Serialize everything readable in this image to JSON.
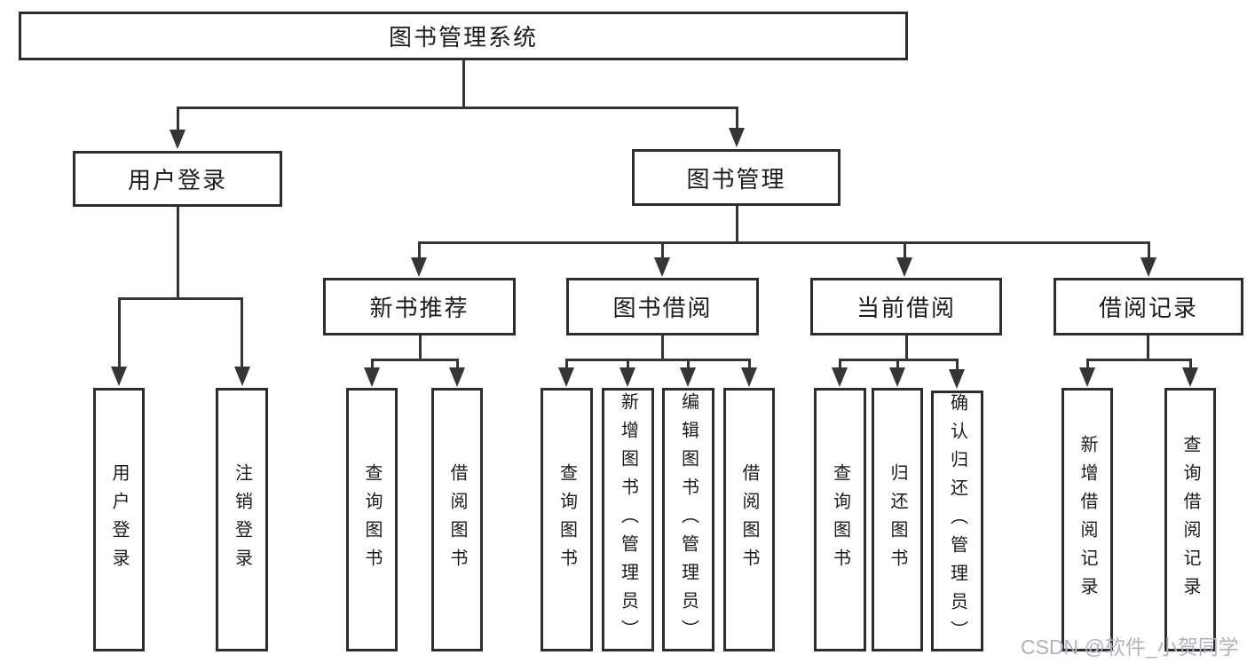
{
  "diagram_title": "图书管理系统",
  "nodes": {
    "root": {
      "label": "图书管理系统"
    },
    "user_login": {
      "label": "用户登录"
    },
    "book_management": {
      "label": "图书管理"
    },
    "new_book_recommend": {
      "label": "新书推荐"
    },
    "book_borrowing": {
      "label": "图书借阅"
    },
    "current_borrowing": {
      "label": "当前借阅"
    },
    "borrowing_records": {
      "label": "借阅记录"
    },
    "leaf_user_login": {
      "label": "用户登录"
    },
    "leaf_logout": {
      "label": "注销登录"
    },
    "leaf_nbr_query_books": {
      "label": "查询图书"
    },
    "leaf_nbr_borrow_books": {
      "label": "借阅图书"
    },
    "leaf_bb_query_books": {
      "label": "查询图书"
    },
    "leaf_bb_add_books": {
      "label": "新增图书（管理员）"
    },
    "leaf_bb_edit_books": {
      "label": "编辑图书（管理员）"
    },
    "leaf_bb_borrow_books": {
      "label": "借阅图书"
    },
    "leaf_cb_query_books": {
      "label": "查询图书"
    },
    "leaf_cb_return_books": {
      "label": "归还图书"
    },
    "leaf_cb_confirm_return": {
      "label": "确认归还（管理员）"
    },
    "leaf_br_add_record": {
      "label": "新增借阅记录"
    },
    "leaf_br_query_record": {
      "label": "查询借阅记录"
    }
  },
  "edges": [
    {
      "from": "root",
      "to": "user_login"
    },
    {
      "from": "root",
      "to": "book_management"
    },
    {
      "from": "user_login",
      "to": "leaf_user_login"
    },
    {
      "from": "user_login",
      "to": "leaf_logout"
    },
    {
      "from": "book_management",
      "to": "new_book_recommend"
    },
    {
      "from": "book_management",
      "to": "book_borrowing"
    },
    {
      "from": "book_management",
      "to": "current_borrowing"
    },
    {
      "from": "book_management",
      "to": "borrowing_records"
    },
    {
      "from": "new_book_recommend",
      "to": "leaf_nbr_query_books"
    },
    {
      "from": "new_book_recommend",
      "to": "leaf_nbr_borrow_books"
    },
    {
      "from": "book_borrowing",
      "to": "leaf_bb_query_books"
    },
    {
      "from": "book_borrowing",
      "to": "leaf_bb_add_books"
    },
    {
      "from": "book_borrowing",
      "to": "leaf_bb_edit_books"
    },
    {
      "from": "book_borrowing",
      "to": "leaf_bb_borrow_books"
    },
    {
      "from": "current_borrowing",
      "to": "leaf_cb_query_books"
    },
    {
      "from": "current_borrowing",
      "to": "leaf_cb_return_books"
    },
    {
      "from": "current_borrowing",
      "to": "leaf_cb_confirm_return"
    },
    {
      "from": "borrowing_records",
      "to": "leaf_br_add_record"
    },
    {
      "from": "borrowing_records",
      "to": "leaf_br_query_record"
    }
  ],
  "watermark": {
    "text": "CSDN @软件_小贺同学"
  },
  "colors": {
    "background": "#ffffff",
    "box_border": "#2d2d2d",
    "line": "#353535",
    "text": "#1c1c1c",
    "watermark": "#b2b2ba"
  }
}
